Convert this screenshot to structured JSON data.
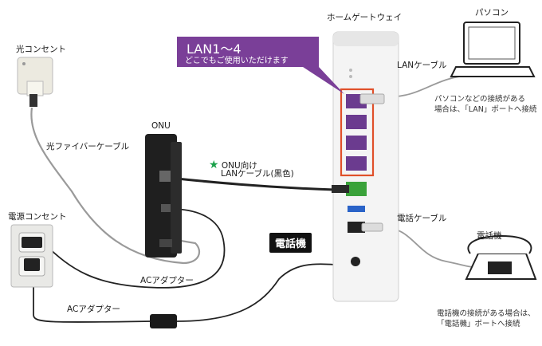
{
  "labels": {
    "home_gateway": "ホームゲートウェイ",
    "pasokon": "パソコン",
    "lan_cable": "LANケーブル",
    "pasokon_note_line1": "パソコンなどの接続がある",
    "pasokon_note_line2": "場合は、「LAN」ポートへ接続",
    "hikari_outlet": "光コンセント",
    "fiber_cable": "光ファイバーケーブル",
    "onu": "ONU",
    "onu_lan_cable_line1": "ONU向け",
    "onu_lan_cable_line2": "LANケーブル(黒色)",
    "power_outlet": "電源コンセント",
    "ac_adapter_1": "ACアダプター",
    "ac_adapter_2": "ACアダプター",
    "phone_cable": "電話ケーブル",
    "phone_badge": "電話機",
    "phone": "電話機",
    "phone_note_line1": "電話機の接続がある場合は、",
    "phone_note_line2": "「電話機」ポートへ接続"
  },
  "callout": {
    "title": "LAN1〜4",
    "subtitle": "どこでもご使用いただけます"
  },
  "colors": {
    "callout_bg": "#7a3f98",
    "lan_port": "#6b3b8f",
    "lan_highlight": "#e0502a",
    "wan_port": "#3aa23a",
    "usb_port": "#2a63c8",
    "star": "#1aa14a"
  },
  "icons": {
    "star": "★"
  }
}
